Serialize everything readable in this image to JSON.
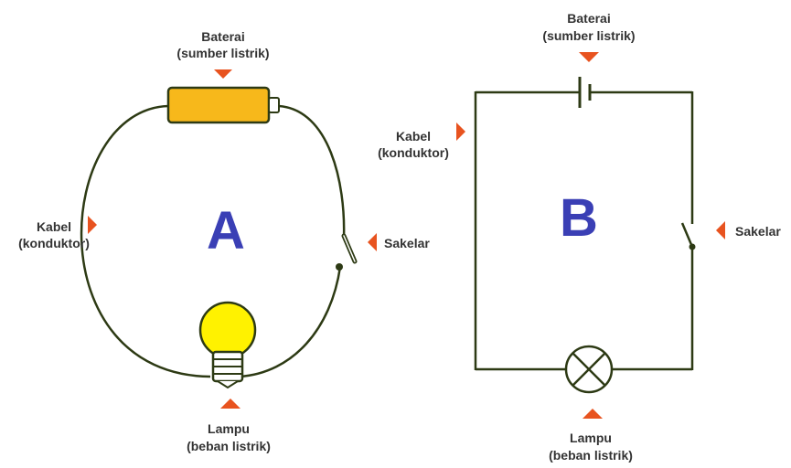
{
  "colors": {
    "wire": "#2d3a14",
    "arrow": "#e8531f",
    "letter": "#3a3fb5",
    "battery_fill": "#f7b81b",
    "bulb_fill": "#fff200",
    "label": "#333333"
  },
  "diagram_a": {
    "letter": "A",
    "battery": {
      "line1": "Baterai",
      "line2": "(sumber listrik)"
    },
    "cable": {
      "line1": "Kabel",
      "line2": "(konduktor)"
    },
    "switch": {
      "label": "Sakelar"
    },
    "lamp": {
      "line1": "Lampu",
      "line2": "(beban listrik)"
    }
  },
  "diagram_b": {
    "letter": "B",
    "battery": {
      "line1": "Baterai",
      "line2": "(sumber listrik)"
    },
    "cable": {
      "line1": "Kabel",
      "line2": "(konduktor)"
    },
    "switch": {
      "label": "Sakelar"
    },
    "lamp": {
      "line1": "Lampu",
      "line2": "(beban listrik)"
    }
  },
  "icons": {
    "arrow": "triangle-pointer",
    "battery": "battery-cell",
    "bulb": "light-bulb",
    "lamp_symbol": "circle-cross",
    "switch": "open-switch"
  }
}
